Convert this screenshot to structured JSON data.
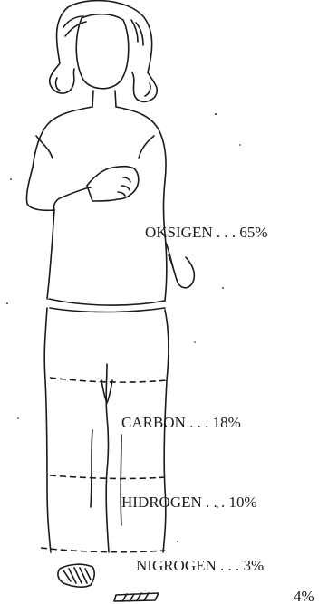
{
  "labels": {
    "oxygen": "OKSIGEN . . . 65%",
    "carbon": "CARBON . . . 18%",
    "hydrogen": "HIDROGEN . . . 10%",
    "nitrogen": "NIGROGEN . . . 3%",
    "other": "4%"
  },
  "colors": {
    "ink": "#1a1a1a",
    "background": "#ffffff"
  }
}
